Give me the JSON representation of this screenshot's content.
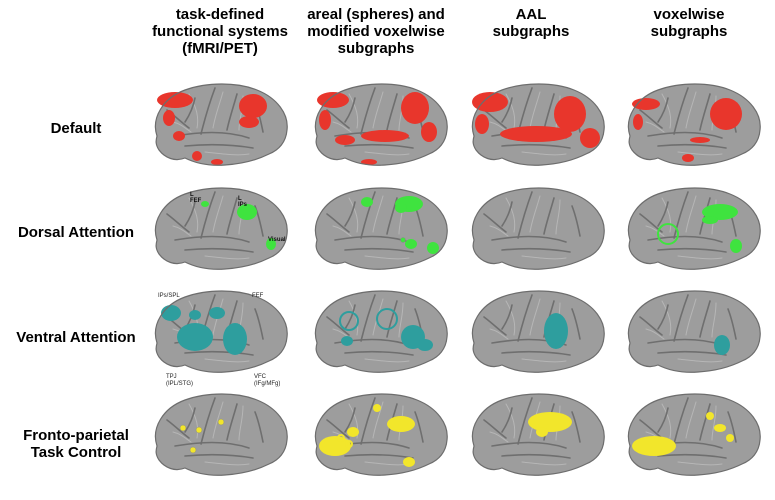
{
  "columns": [
    {
      "title": "task-defined\nfunctional systems\n(fMRI/PET)"
    },
    {
      "title": "areal (spheres) and\nmodified voxelwise\nsubgraphs"
    },
    {
      "title": "AAL\nsubgraphs"
    },
    {
      "title": "voxelwise\nsubgraphs"
    }
  ],
  "rows": [
    {
      "label": "Default",
      "color": "#e8362c"
    },
    {
      "label": "Dorsal Attention",
      "color": "#3fe33f"
    },
    {
      "label": "Ventral Attention",
      "color": "#2e9e9e"
    },
    {
      "label": "Fronto-parietal\nTask Control",
      "color": "#f2e62b"
    }
  ],
  "annotations": {
    "dorsal": {
      "fef": "L FEF",
      "ips": "L IPs",
      "visual": "Visual"
    },
    "ventral": {
      "ips_spl": "IPs/SPL",
      "fef": "FEF",
      "tpj": "TPJ\n(IPL/STG)",
      "vfc": "VFC\n(IFg/MFg)"
    }
  }
}
